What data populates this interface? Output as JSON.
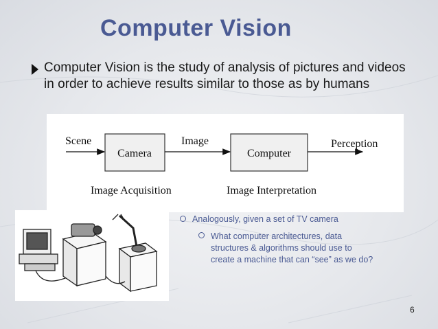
{
  "slide": {
    "title": "Computer Vision",
    "bullet": "Computer Vision is the study of analysis of pictures and videos in order to achieve results similar to those as by humans",
    "page_number": "6"
  },
  "diagram": {
    "scene": "Scene",
    "camera": "Camera",
    "image": "Image",
    "computer": "Computer",
    "perception": "Perception",
    "acquisition": "Image Acquisition",
    "interpretation": "Image Interpretation"
  },
  "sub_bullets": {
    "level1": "Analogously, given a set of TV camera",
    "level2": "What computer architectures, data structures & algorithms should use to create a machine that can “see” as we do?"
  },
  "colors": {
    "title": "#4a5a93",
    "sub_text": "#4a5a93"
  }
}
